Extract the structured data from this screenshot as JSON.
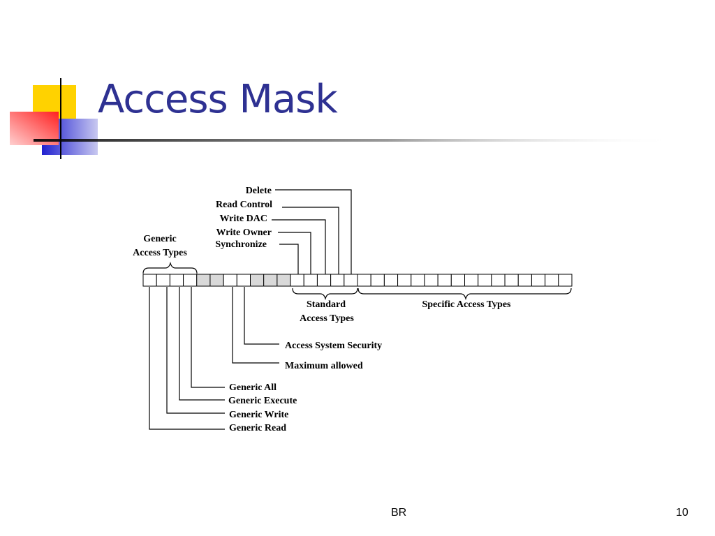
{
  "slide": {
    "title": "Access Mask",
    "footer_center": "BR",
    "page_number": "10",
    "accent_colors": {
      "title": "#2e3192",
      "yellow_square": "#ffd200",
      "red_square": "#ff3030",
      "blue_square": "#2b2bd6"
    }
  },
  "diagram": {
    "bit_count": 32,
    "shaded_bits": [
      4,
      5,
      8,
      9,
      10
    ],
    "top_labels": {
      "delete": "Delete",
      "read_control": "Read Control",
      "write_dac": "Write DAC",
      "write_owner": "Write Owner",
      "synchronize": "Synchronize"
    },
    "generic_group_line1": "Generic",
    "generic_group_line2": "Access Types",
    "standard_group_line1": "Standard",
    "standard_group_line2": "Access Types",
    "specific_group": "Specific Access Types",
    "access_system_security": "Access System Security",
    "maximum_allowed": "Maximum allowed",
    "generic_all": "Generic All",
    "generic_execute": "Generic Execute",
    "generic_write": "Generic Write",
    "generic_read": "Generic Read"
  }
}
